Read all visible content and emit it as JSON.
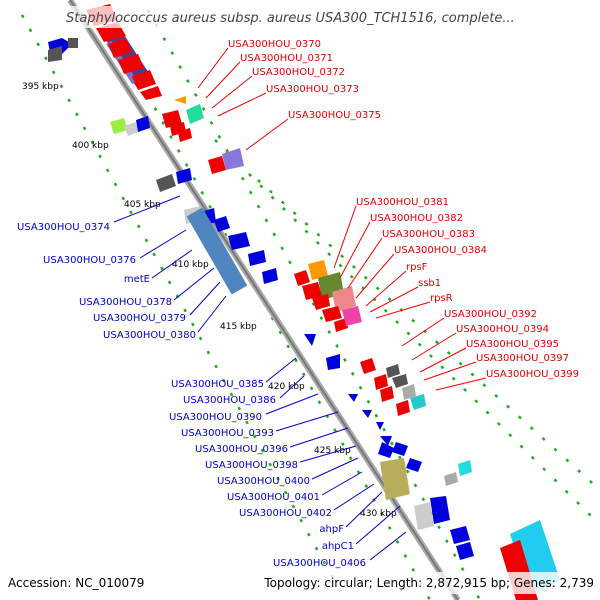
{
  "header": {
    "title": "Staphylococcus aureus subsp. aureus USA300_TCH1516, complete..."
  },
  "footer": {
    "accession": "Accession: NC_010079",
    "topology": "Topology: circular; Length: 2,872,915 bp; Genes: 2,739"
  },
  "kbp_ticks": [
    {
      "id": "kbp-395",
      "label": "395 kbp"
    },
    {
      "id": "kbp-400",
      "label": "400 kbp"
    },
    {
      "id": "kbp-405",
      "label": "405 kbp"
    },
    {
      "id": "kbp-410",
      "label": "410 kbp"
    },
    {
      "id": "kbp-415",
      "label": "415 kbp"
    },
    {
      "id": "kbp-420",
      "label": "420 kbp"
    },
    {
      "id": "kbp-425",
      "label": "425 kbp"
    },
    {
      "id": "kbp-430",
      "label": "430 kbp"
    }
  ],
  "genes_forward": [
    "USA300HOU_0370",
    "USA300HOU_0371",
    "USA300HOU_0372",
    "USA300HOU_0373",
    "USA300HOU_0375",
    "USA300HOU_0381",
    "USA300HOU_0382",
    "USA300HOU_0383",
    "USA300HOU_0384",
    "rpsF",
    "ssb1",
    "rpsR",
    "USA300HOU_0392",
    "USA300HOU_0394",
    "USA300HOU_0395",
    "USA300HOU_0397",
    "USA300HOU_0399"
  ],
  "genes_reverse": [
    "USA300HOU_0374",
    "USA300HOU_0376",
    "metE",
    "USA300HOU_0378",
    "USA300HOU_0379",
    "USA300HOU_0380",
    "USA300HOU_0385",
    "USA300HOU_0386",
    "USA300HOU_0390",
    "USA300HOU_0393",
    "USA300HOU_0396",
    "USA300HOU_0398",
    "USA300HOU_0400",
    "USA300HOU_0401",
    "USA300HOU_0402",
    "ahpF",
    "ahpC1",
    "USA300HOU_0406"
  ],
  "colors": {
    "forward": "#ee0000",
    "reverse": "#0000dd",
    "backbone": "#999999",
    "dotted_track": "#22aa22"
  }
}
